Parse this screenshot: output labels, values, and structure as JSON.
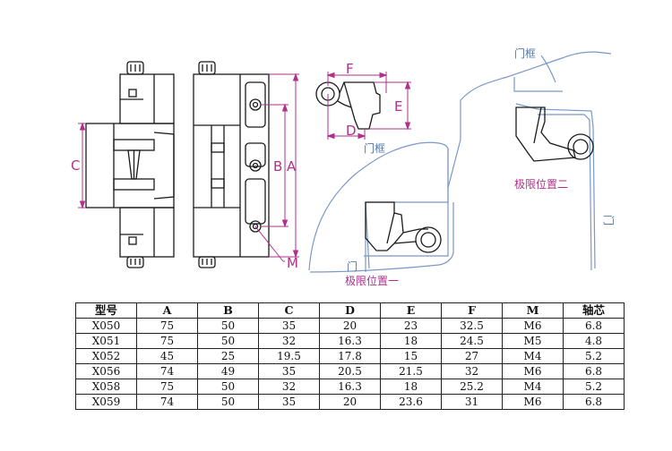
{
  "drawing": {
    "labels": {
      "c": "C",
      "b": "B",
      "a": "A",
      "m": "M",
      "f": "F",
      "e": "E",
      "d": "D",
      "door_frame_1": "门框",
      "door_frame_2": "门框",
      "door_1": "门",
      "door_2": "门",
      "limit_position_1": "极限位置一",
      "limit_position_2": "极限位置二"
    },
    "colors": {
      "dimension": "#b0308a",
      "door_outline": "#7b98c8",
      "part_outline": "#1a1a1a"
    }
  },
  "table": {
    "headers": [
      "型号",
      "A",
      "B",
      "C",
      "D",
      "E",
      "F",
      "M",
      "轴芯"
    ],
    "rows": [
      [
        "X050",
        "75",
        "50",
        "35",
        "20",
        "23",
        "32.5",
        "M6",
        "6.8"
      ],
      [
        "X051",
        "75",
        "50",
        "32",
        "16.3",
        "18",
        "24.5",
        "M5",
        "4.8"
      ],
      [
        "X052",
        "45",
        "25",
        "19.5",
        "17.8",
        "15",
        "27",
        "M4",
        "5.2"
      ],
      [
        "X056",
        "74",
        "49",
        "35",
        "20.5",
        "21.5",
        "32",
        "M6",
        "6.8"
      ],
      [
        "X058",
        "75",
        "50",
        "32",
        "16.3",
        "18",
        "25.2",
        "M4",
        "5.2"
      ],
      [
        "X059",
        "74",
        "50",
        "35",
        "20",
        "23.6",
        "31",
        "M6",
        "6.8"
      ]
    ]
  }
}
